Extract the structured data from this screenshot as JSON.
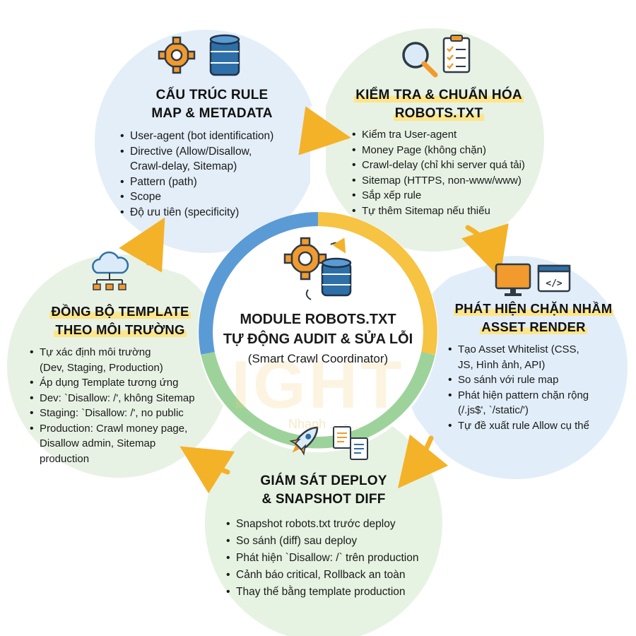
{
  "center": {
    "title_line1": "MODULE ROBOTS.TXT",
    "title_line2": "TỰ ĐỘNG AUDIT & SỬA LỖI",
    "subtitle": "(Smart Crawl Coordinator)",
    "icons": [
      "gear-icon",
      "database-icon",
      "refresh-arrows-icon"
    ]
  },
  "watermark": {
    "text": "IGHT",
    "subtext": "Nhanh ... - ..."
  },
  "panels": {
    "rule_map": {
      "title_line1": "CẤU TRÚC RULE",
      "title_line2": "MAP & METADATA",
      "icons": [
        "gear-icon",
        "database-icon"
      ],
      "items": [
        "User-agent (bot identification)",
        "Directive (Allow/Disallow,",
        "Crawl-delay, Sitemap)",
        "Pattern (path)",
        "Scope",
        "Độ ưu tiên (specificity)"
      ]
    },
    "check": {
      "title_line1": "KIỂM TRA & CHUẨN HÓA",
      "title_line2": "ROBOTS.TXT",
      "icons": [
        "magnifier-icon",
        "checklist-icon"
      ],
      "items": [
        "Kiểm tra User-agent",
        "Money Page (không chặn)",
        "Crawl-delay (chỉ khi server quá tải)",
        "Sitemap (HTTPS, non-www/www)",
        "Sắp xếp rule",
        "Tự thêm Sitemap nếu thiếu"
      ]
    },
    "asset": {
      "title_line1": "PHÁT HIỆN CHẶN NHẦM",
      "title_line2": "ASSET RENDER",
      "icons": [
        "monitor-icon",
        "code-window-icon"
      ],
      "items": [
        "Tạo Asset Whitelist (CSS,",
        "JS, Hình ảnh, API)",
        "So sánh với rule map",
        "Phát hiện pattern chặn rộng",
        "(/.js$', `/static/')",
        "Tự đề xuất rule Allow cụ thể"
      ]
    },
    "deploy": {
      "title_line1": "GIÁM SÁT DEPLOY",
      "title_line2": "& SNAPSHOT DIFF",
      "icons": [
        "rocket-icon",
        "documents-diff-icon"
      ],
      "items": [
        "Snapshot robots.txt trước deploy",
        "So sánh (diff) sau deploy",
        "Phát hiện `Disallow: /` trên production",
        "Cảnh báo critical, Rollback an toàn",
        "Thay thế bằng template production"
      ]
    },
    "template": {
      "title_line1": "ĐỒNG BỘ TEMPLATE",
      "title_line2": "THEO MÔI TRƯỜNG",
      "icons": [
        "cloud-network-icon"
      ],
      "items": [
        "Tự xác định môi trường",
        "(Dev, Staging, Production)",
        "Áp dụng Template tương ứng",
        "Dev: `Disallow: /', không Sitemap",
        "Staging: `Disallow: /', no public",
        "Production: Crawl money page,",
        "Disallow admin, Sitemap",
        "production"
      ]
    }
  },
  "colors": {
    "circle_top_left": "#e3eef8",
    "circle_top_right": "#e7f2e4",
    "circle_right": "#e1eef9",
    "circle_bottom": "#e6f3e2",
    "circle_left": "#e8f2e4",
    "ring_blue": "#5b9bd5",
    "ring_yellow": "#f6c342",
    "ring_green": "#9dd39a",
    "arrow_orange": "#f4b229",
    "icon_orange": "#f29a2e",
    "icon_blue": "#2e5f8a",
    "highlight": "#fde58a"
  }
}
